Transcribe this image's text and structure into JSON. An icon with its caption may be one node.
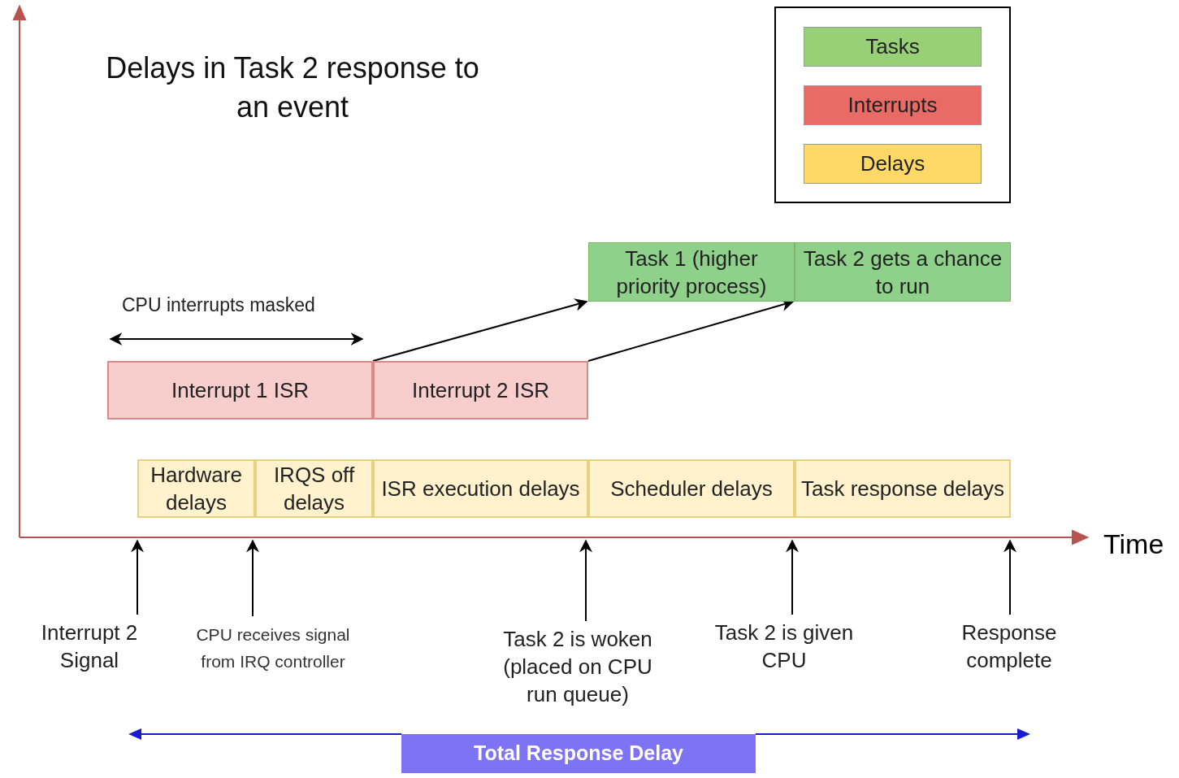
{
  "diagram": {
    "title": "Delays in Task 2 response to an event",
    "nodes": [
      {
        "text": [
          "Task 1 (higher priority process)"
        ]
      },
      {
        "text": [
          "Task 2 gets a chance to run"
        ]
      },
      {
        "text": [
          "Interrupt 1 ISR"
        ]
      },
      {
        "text": [
          "Interrupt 2 ISR"
        ]
      },
      {
        "text": [
          "Hardware delays"
        ]
      },
      {
        "text": [
          "IRQS off delays"
        ]
      },
      {
        "text": [
          "ISR execution delays"
        ]
      },
      {
        "text": [
          "Scheduler delays"
        ]
      },
      {
        "text": [
          "Task response delays"
        ]
      },
      {
        "text": [
          "Interrupt 2 Signal"
        ]
      },
      {
        "text": [
          "CPU receives signal from IRQ controller"
        ]
      },
      {
        "text": [
          "Task 2 is woken (placed on CPU run queue)"
        ]
      },
      {
        "text": [
          "Task 2 is given CPU"
        ]
      },
      {
        "text": [
          "Response complete"
        ]
      },
      {
        "text": [
          "Total Response Delay"
        ]
      }
    ],
    "edges": [
      {
        "from": 2,
        "to": 0,
        "arrow": "to"
      },
      {
        "from": 3,
        "to": 1,
        "arrow": "to"
      },
      {
        "from": 9,
        "to": 4,
        "arrow": "to"
      },
      {
        "from": 10,
        "to": 4,
        "arrow": "to"
      },
      {
        "from": 11,
        "to": 7,
        "arrow": "to"
      },
      {
        "from": 12,
        "to": 7,
        "arrow": "to"
      },
      {
        "from": 13,
        "to": 8,
        "arrow": "to"
      }
    ],
    "labels": [
      "CPU interrupts masked",
      "Time"
    ],
    "legend": [
      {
        "text": "Tasks",
        "color": "#97d077"
      },
      {
        "text": "Interrupts",
        "color": "#ea6b66"
      },
      {
        "text": "Delays",
        "color": "#ffd966"
      }
    ]
  }
}
